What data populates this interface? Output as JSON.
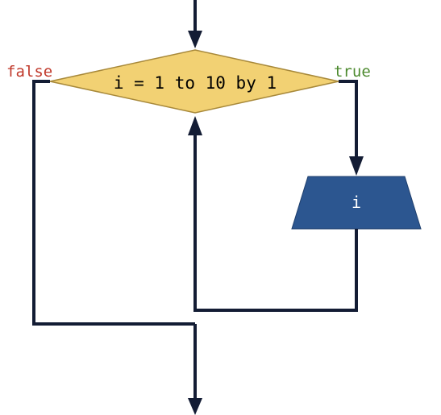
{
  "diagram": {
    "condition": {
      "text": "i = 1 to 10 by 1"
    },
    "false_label": "false",
    "true_label": "true",
    "output_block": {
      "text": "i"
    }
  },
  "colors": {
    "decision_fill": "#f2d173",
    "decision_stroke": "#a8893a",
    "output_fill": "#2c5690",
    "output_stroke": "#1f3f6d",
    "line": "#131c34",
    "false_label": "#c0392b",
    "true_label": "#4d8a2f",
    "condition_text": "#000000",
    "output_text": "#ffffff"
  }
}
